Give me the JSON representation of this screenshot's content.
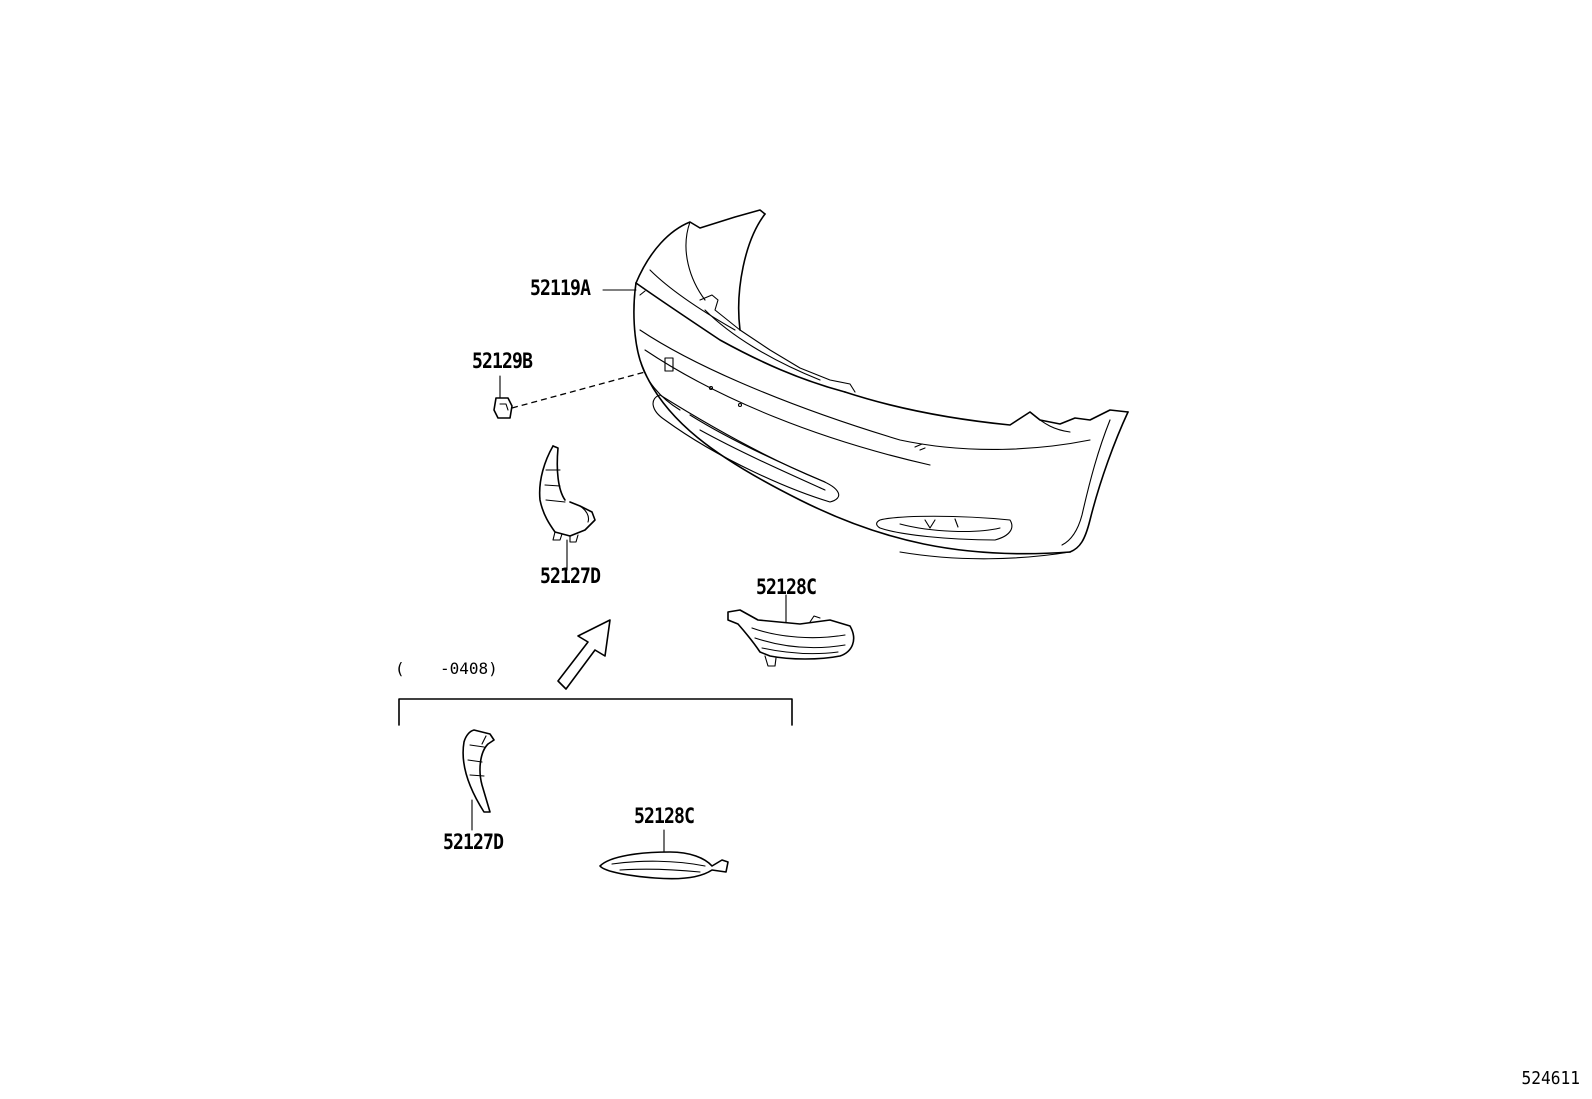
{
  "parts": [
    {
      "id": "bumper-cover",
      "label": "52119A"
    },
    {
      "id": "bumper-hole-cover",
      "label": "52129B"
    },
    {
      "id": "support-upper",
      "label": "52127D"
    },
    {
      "id": "lamp-cover-upper",
      "label": "52128C"
    },
    {
      "id": "support-lower",
      "label": "52127D"
    },
    {
      "id": "lamp-cover-lower",
      "label": "52128C"
    }
  ],
  "range_bracket": {
    "open": "(",
    "text": "-0408)"
  },
  "diagram_id": "524611"
}
